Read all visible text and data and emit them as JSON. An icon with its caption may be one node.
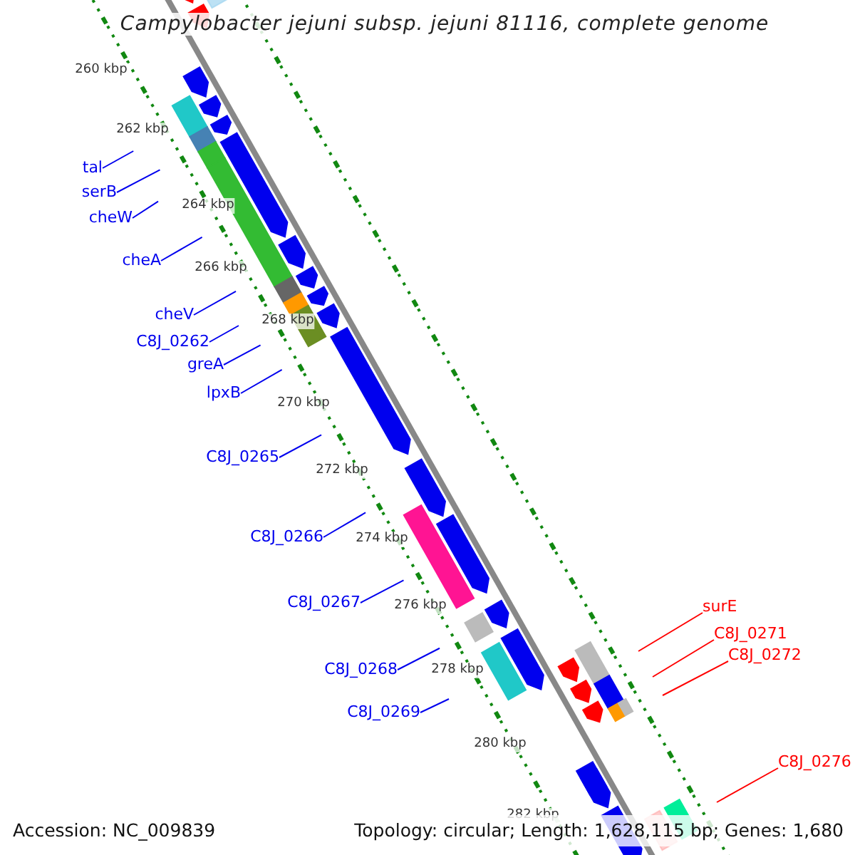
{
  "diagram": {
    "title": "Campylobacter jejuni subsp. jejuni 81116, complete genome",
    "nodes": [
      {
        "text": [
          "tal"
        ]
      },
      {
        "text": [
          "serB"
        ]
      },
      {
        "text": [
          "cheW"
        ]
      },
      {
        "text": [
          "cheA"
        ]
      },
      {
        "text": [
          "cheV"
        ]
      },
      {
        "text": [
          "C8J_0262"
        ]
      },
      {
        "text": [
          "greA"
        ]
      },
      {
        "text": [
          "lpxB"
        ]
      },
      {
        "text": [
          "C8J_0265"
        ]
      },
      {
        "text": [
          "C8J_0266"
        ]
      },
      {
        "text": [
          "C8J_0267"
        ]
      },
      {
        "text": [
          "C8J_0268"
        ]
      },
      {
        "text": [
          "C8J_0269"
        ]
      },
      {
        "text": [
          "surE"
        ]
      },
      {
        "text": [
          "C8J_0271"
        ]
      },
      {
        "text": [
          "C8J_0272"
        ]
      },
      {
        "text": [
          "C8J_0276"
        ]
      }
    ],
    "edges": [
      {
        "from": 0,
        "to": null,
        "arrow": "none"
      },
      {
        "from": 1,
        "to": null,
        "arrow": "none"
      },
      {
        "from": 2,
        "to": null,
        "arrow": "none"
      },
      {
        "from": 3,
        "to": null,
        "arrow": "none"
      },
      {
        "from": 4,
        "to": null,
        "arrow": "none"
      },
      {
        "from": 5,
        "to": null,
        "arrow": "none"
      },
      {
        "from": 6,
        "to": null,
        "arrow": "none"
      },
      {
        "from": 7,
        "to": null,
        "arrow": "none"
      },
      {
        "from": 8,
        "to": null,
        "arrow": "none"
      },
      {
        "from": 9,
        "to": null,
        "arrow": "none"
      },
      {
        "from": 10,
        "to": null,
        "arrow": "none"
      },
      {
        "from": 11,
        "to": null,
        "arrow": "none"
      },
      {
        "from": 12,
        "to": null,
        "arrow": "none"
      },
      {
        "from": 13,
        "to": null,
        "arrow": "none",
        "color": "#ff0000"
      },
      {
        "from": 14,
        "to": null,
        "arrow": "none",
        "color": "#ff0000"
      },
      {
        "from": 15,
        "to": null,
        "arrow": "none",
        "color": "#ff0000"
      },
      {
        "from": 16,
        "to": null,
        "arrow": "none",
        "color": "#ff0000"
      }
    ],
    "labels": [
      "260 kbp",
      "262 kbp",
      "264 kbp",
      "266 kbp",
      "268 kbp",
      "270 kbp",
      "272 kbp",
      "274 kbp",
      "276 kbp",
      "278 kbp",
      "280 kbp",
      "282 kbp",
      "Accession: NC_009839",
      "Topology: circular; Length: 1,628,115 bp; Genes: 1,680"
    ]
  }
}
